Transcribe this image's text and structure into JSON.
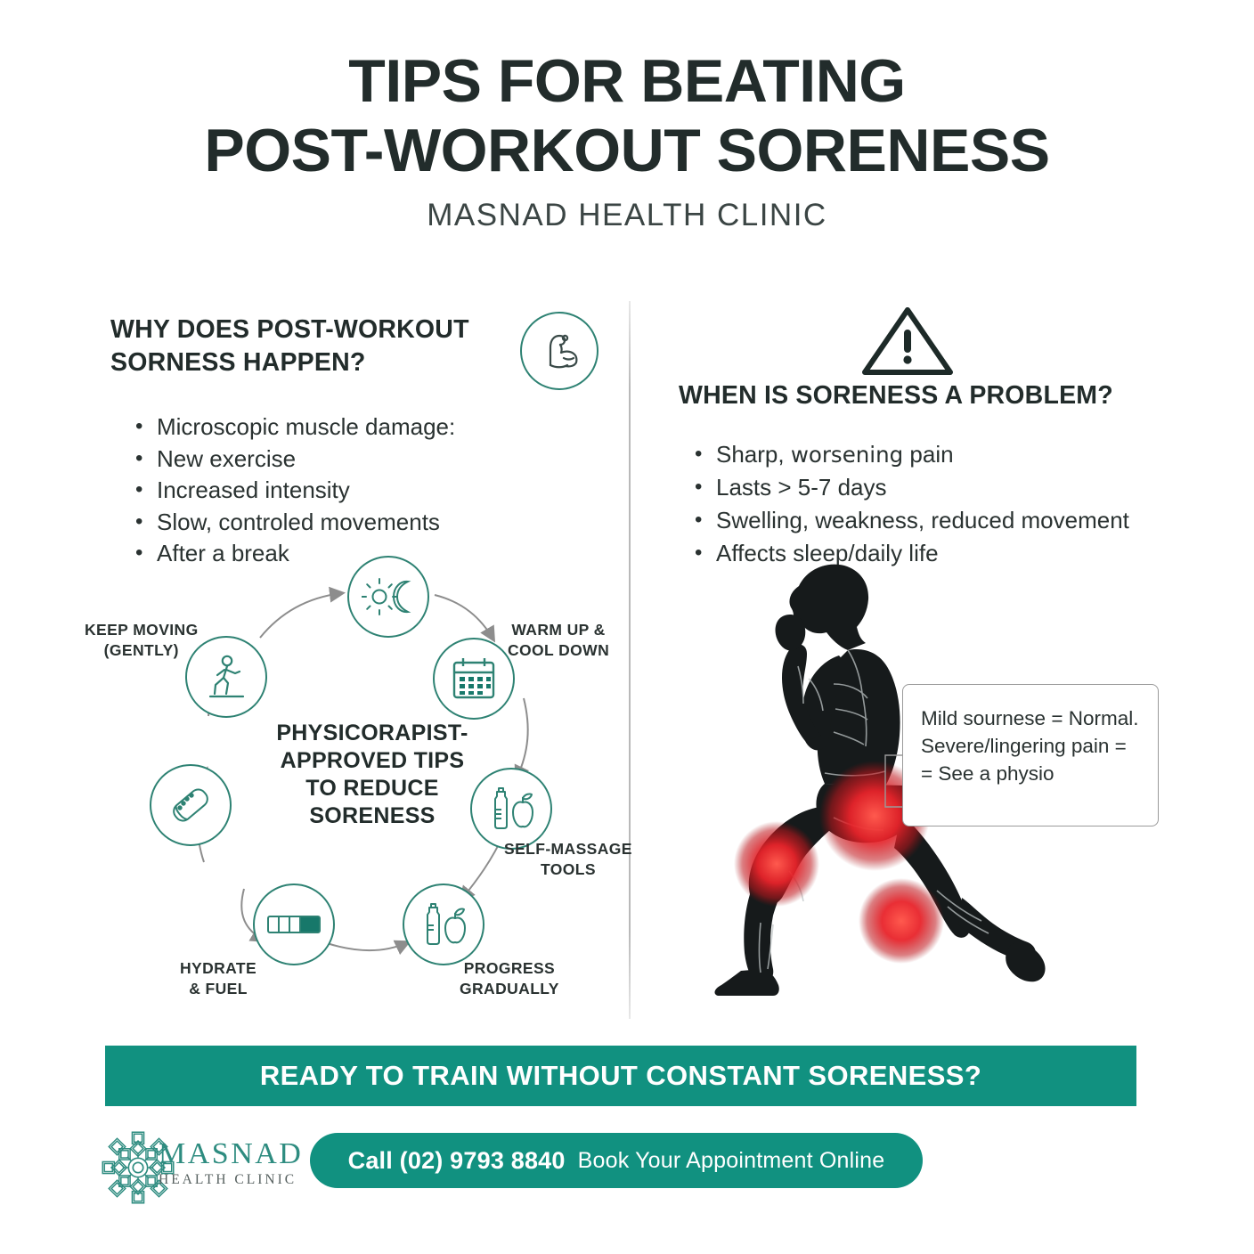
{
  "header": {
    "title_line1": "TIPS FOR BEATING",
    "title_line2": "POST-WORKOUT SORENESS",
    "subtitle": "MASNAD HEALTH CLINIC"
  },
  "left": {
    "heading": "WHY DOES POST-WORKOUT SORNESS HAPPEN?",
    "icon": "flexed-bicep-icon",
    "bullets": [
      "Microscopic muscle damage:",
      "New exercise",
      "Increased intensity",
      "Slow, controled movements",
      "After a break"
    ]
  },
  "right": {
    "icon": "warning-triangle-icon",
    "heading": "WHEN IS SORENESS A PROBLEM?",
    "bullets_parts": [
      {
        "a": "Sharp, ",
        "b": "worsening",
        "c": " pain"
      }
    ],
    "bullets": [
      "Lasts > 5-7 days",
      "Swelling, weakness, reduced movement",
      "Affects sleep/daily life"
    ],
    "callout": {
      "line1": "Mild sournese = Normal.",
      "line2": "Severe/lingering pain =",
      "line3": "= See a physio"
    },
    "figure_alt": "lunging-athlete-silhouette-with-pain-points"
  },
  "cycle": {
    "center_line1": "PHYSICORAPIST-",
    "center_line2": "APPROVED TIPS",
    "center_line3": "TO REDUCE",
    "center_line4": "SORENESS",
    "nodes": [
      {
        "label": "",
        "icon": "sun-moon-sleep-icon"
      },
      {
        "label": "WARM UP &\nCOOL DOWN",
        "icon": "calendar-icon"
      },
      {
        "label": "SELF-MASSAGE\nTOOLS",
        "icon": "bottle-apple-icon"
      },
      {
        "label": "PROGRESS\nGRADUALLY",
        "icon": "bottle-apple-icon"
      },
      {
        "label": "HYDRATE\n& FUEL",
        "icon": "progress-bar-icon"
      },
      {
        "label": "",
        "icon": "foam-roller-icon"
      },
      {
        "label": "KEEP MOVING\n(GENTLY)",
        "icon": "walking-person-icon"
      }
    ],
    "label_warmup_l1": "WARM UP &",
    "label_warmup_l2": "COOL DOWN",
    "label_massage_l1": "SELF-MASSAGE",
    "label_massage_l2": "TOOLS",
    "label_progress_l1": "PROGRESS",
    "label_progress_l2": "GRADUALLY",
    "label_hydrate_l1": "HYDRATE",
    "label_hydrate_l2": "& FUEL",
    "label_keepmoving_l1": "KEEP MOVING",
    "label_keepmoving_l2": "(GENTLY)"
  },
  "cta": {
    "banner": "READY TO TRAIN WITHOUT CONSTANT SORENESS?",
    "phone": "Call (02) 9793 8840",
    "book": "Book Your Appointment Online"
  },
  "logo": {
    "name": "MASNAD",
    "tagline": "HEALTH CLINIC",
    "mark": "mandala-logo-icon"
  },
  "colors": {
    "teal": "#119180",
    "outline_teal": "#2e8273",
    "ink": "#222c2b",
    "pain_red": "#e8232a"
  }
}
